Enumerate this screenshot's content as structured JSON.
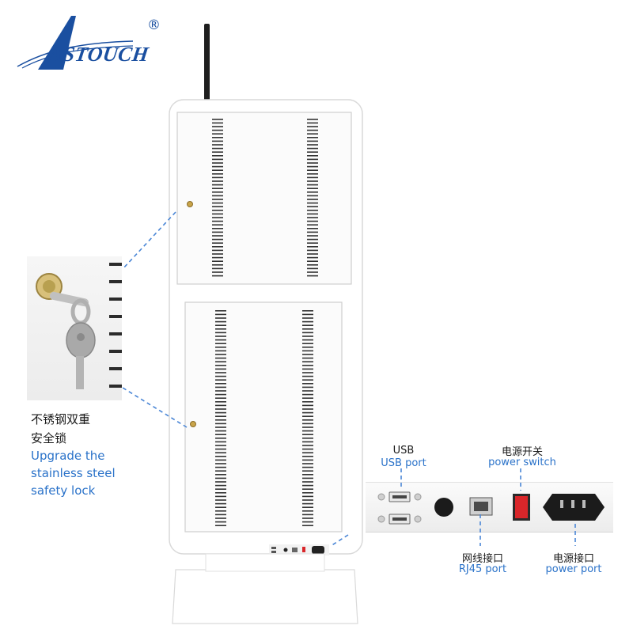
{
  "logo": {
    "brand": "ASTOUCH",
    "registered_mark": "®"
  },
  "lock": {
    "label_cn_line1": "不锈钢双重",
    "label_cn_line2": "安全锁",
    "label_en_line1": "Upgrade the",
    "label_en_line2": "stainless steel",
    "label_en_line3": "safety lock"
  },
  "ports": {
    "usb_cn": "USB",
    "usb_en": "USB port",
    "switch_cn": "电源开关",
    "switch_en": "power switch",
    "rj45_cn": "网线接口",
    "rj45_en": "RJ45 port",
    "power_cn": "电源接口",
    "power_en": "power port"
  },
  "colors": {
    "brand_blue": "#1a4fa0",
    "label_blue": "#2a72c9",
    "switch_red": "#d9262a"
  }
}
